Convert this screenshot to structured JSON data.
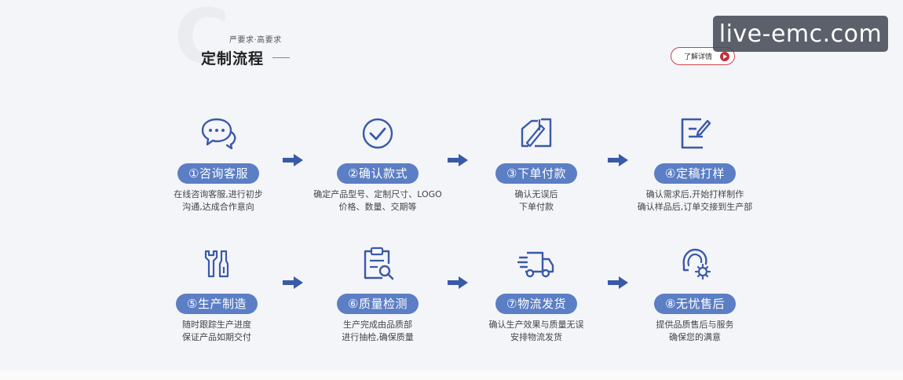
{
  "header": {
    "subtitle": "严要求·高要求",
    "title": "定制流程",
    "more_label": "了解详情"
  },
  "watermark": "live-emc.com",
  "colors": {
    "accent": "#5b7ec4",
    "icon": "#3a5aa8",
    "button_border": "#c9424b"
  },
  "steps": [
    {
      "icon": "chat-bubbles-icon",
      "label": "①咨询客服",
      "desc": [
        "在线咨询客服,进行初步",
        "沟通,达成合作意向"
      ]
    },
    {
      "icon": "check-circle-icon",
      "label": "②确认款式",
      "desc": [
        "确定产品型号、定制尺寸、LOGO",
        "价格、数量、交期等"
      ]
    },
    {
      "icon": "order-pen-icon",
      "label": "③下单付款",
      "desc": [
        "确认无误后",
        "下单付款"
      ]
    },
    {
      "icon": "edit-form-icon",
      "label": "④定稿打样",
      "desc": [
        "确认需求后,开始打样制作",
        "确认样品后,订单交接到生产部"
      ]
    },
    {
      "icon": "tools-icon",
      "label": "⑤生产制造",
      "desc": [
        "随时跟踪生产进度",
        "保证产品如期交付"
      ]
    },
    {
      "icon": "clipboard-search-icon",
      "label": "⑥质量检测",
      "desc": [
        "生产完成由品质部",
        "进行抽检,确保质量"
      ]
    },
    {
      "icon": "delivery-truck-icon",
      "label": "⑦物流发货",
      "desc": [
        "确认生产效果与质量无误",
        "安排物流发货"
      ]
    },
    {
      "icon": "support-gear-icon",
      "label": "⑧无忧售后",
      "desc": [
        "提供品质售后与服务",
        "确保您的满意"
      ]
    }
  ]
}
